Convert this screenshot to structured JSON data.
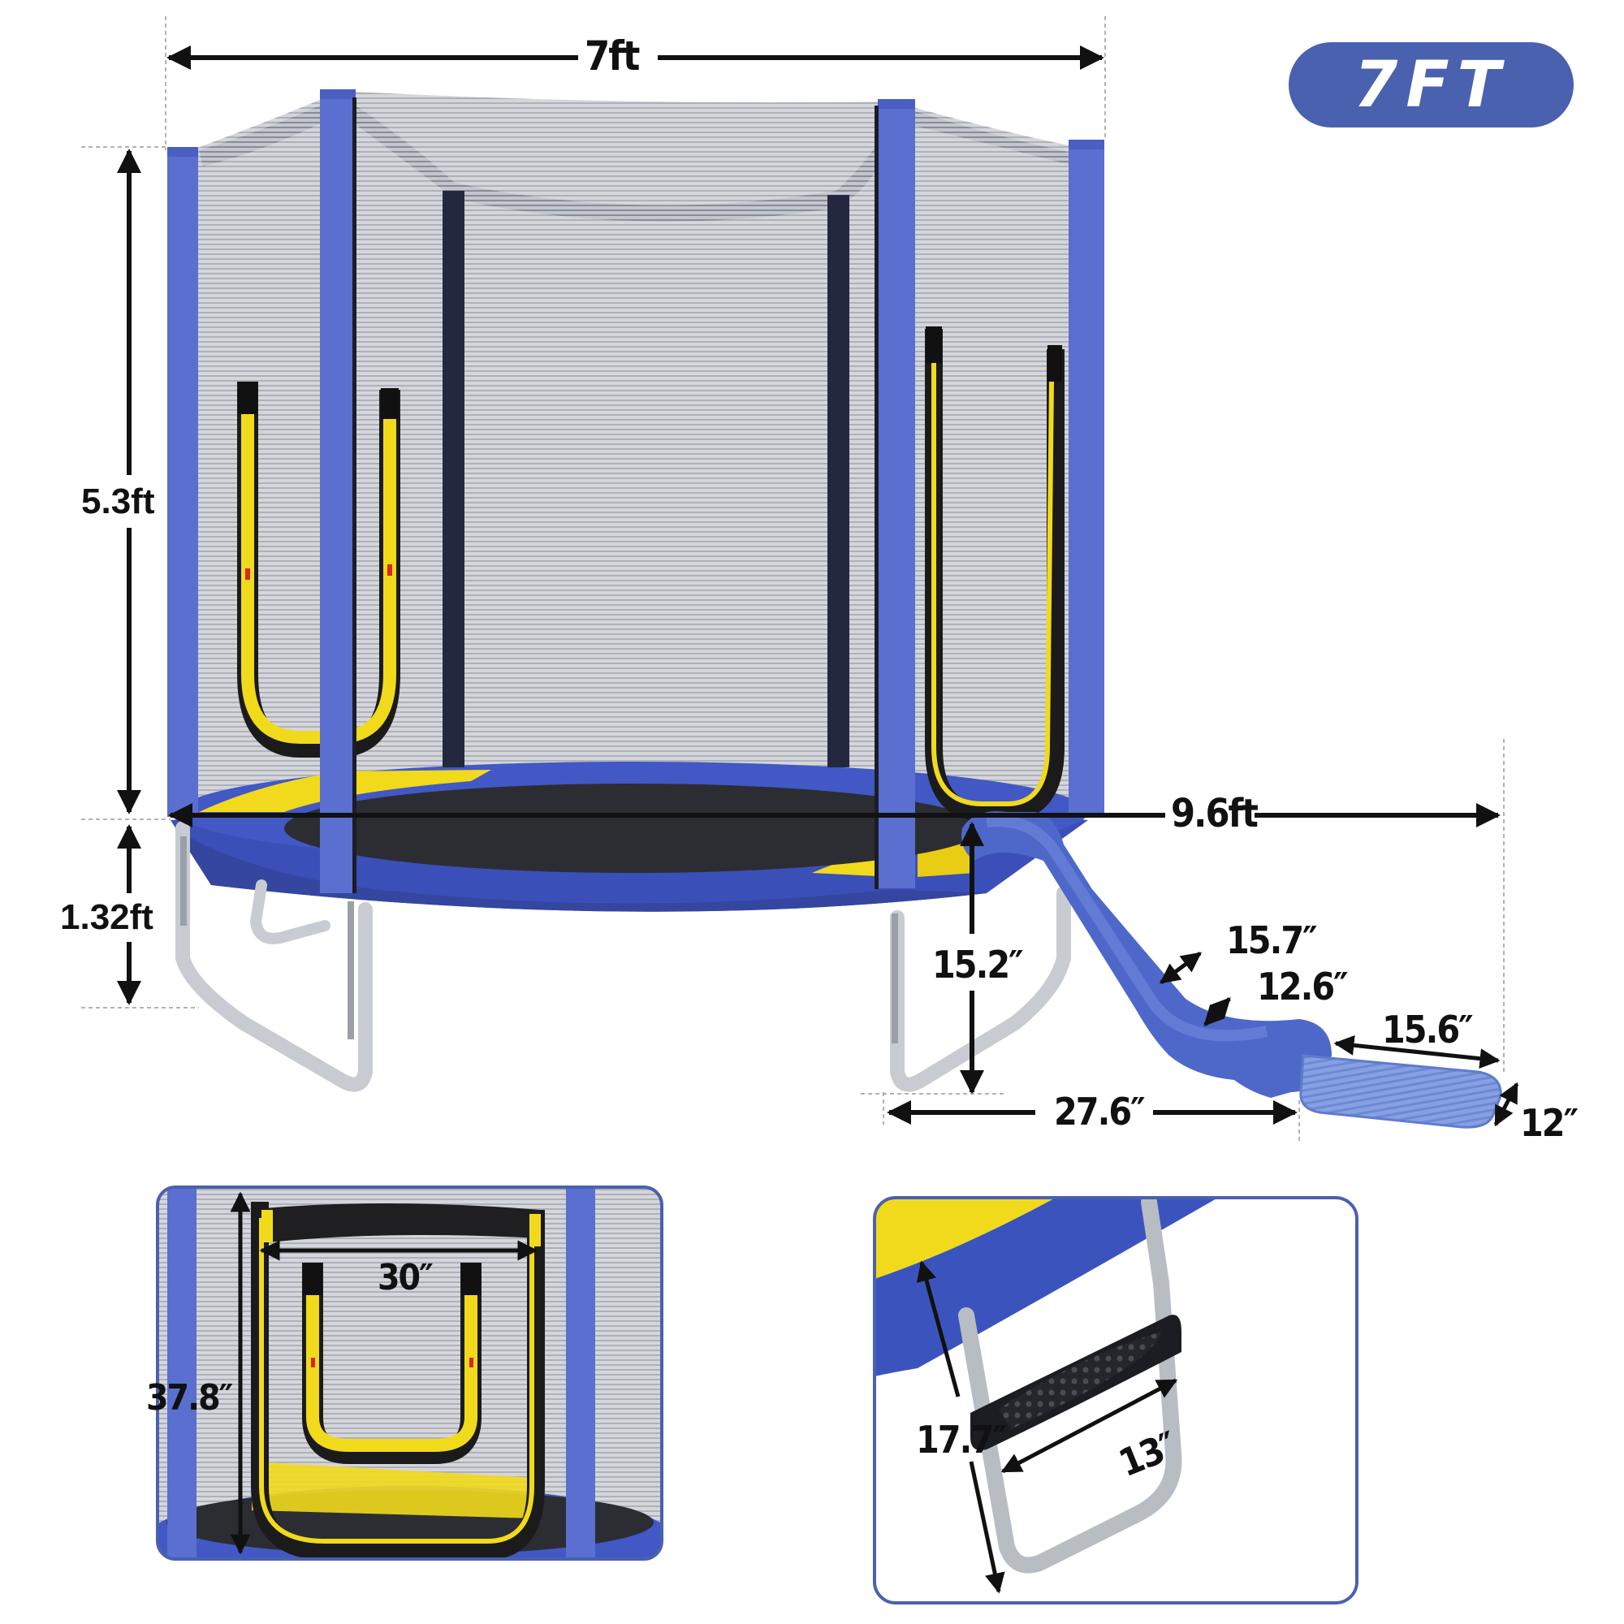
{
  "badge": {
    "text": "7FT",
    "color": "#4961ae"
  },
  "dimensions": {
    "overall_width": "7ft",
    "enclosure_height": "5.3ft",
    "frame_height": "1.32ft",
    "total_length_with_slide": "9.6ft",
    "slide_height": "15.2″",
    "slide_top_width": "15.7″",
    "slide_channel_width": "12.6″",
    "slide_base_length": "27.6″",
    "mat_length": "15.6″",
    "mat_width": "12″"
  },
  "insets": {
    "door": {
      "width": "30″",
      "height": "37.8″"
    },
    "ladder": {
      "height": "17.7″",
      "width": "13″"
    }
  },
  "colors": {
    "pad_blue": "#5a6fd0",
    "frame_blue": "#3b4fb8",
    "net_gray": "#c9cbd3",
    "mat_black": "#2c2d33",
    "accent_yellow": "#f1da1c",
    "slide_blue": "#4e68c9",
    "slide_mat": "#7f9be0",
    "steel": "#c8ccd2",
    "inset_border": "#4961ae"
  }
}
